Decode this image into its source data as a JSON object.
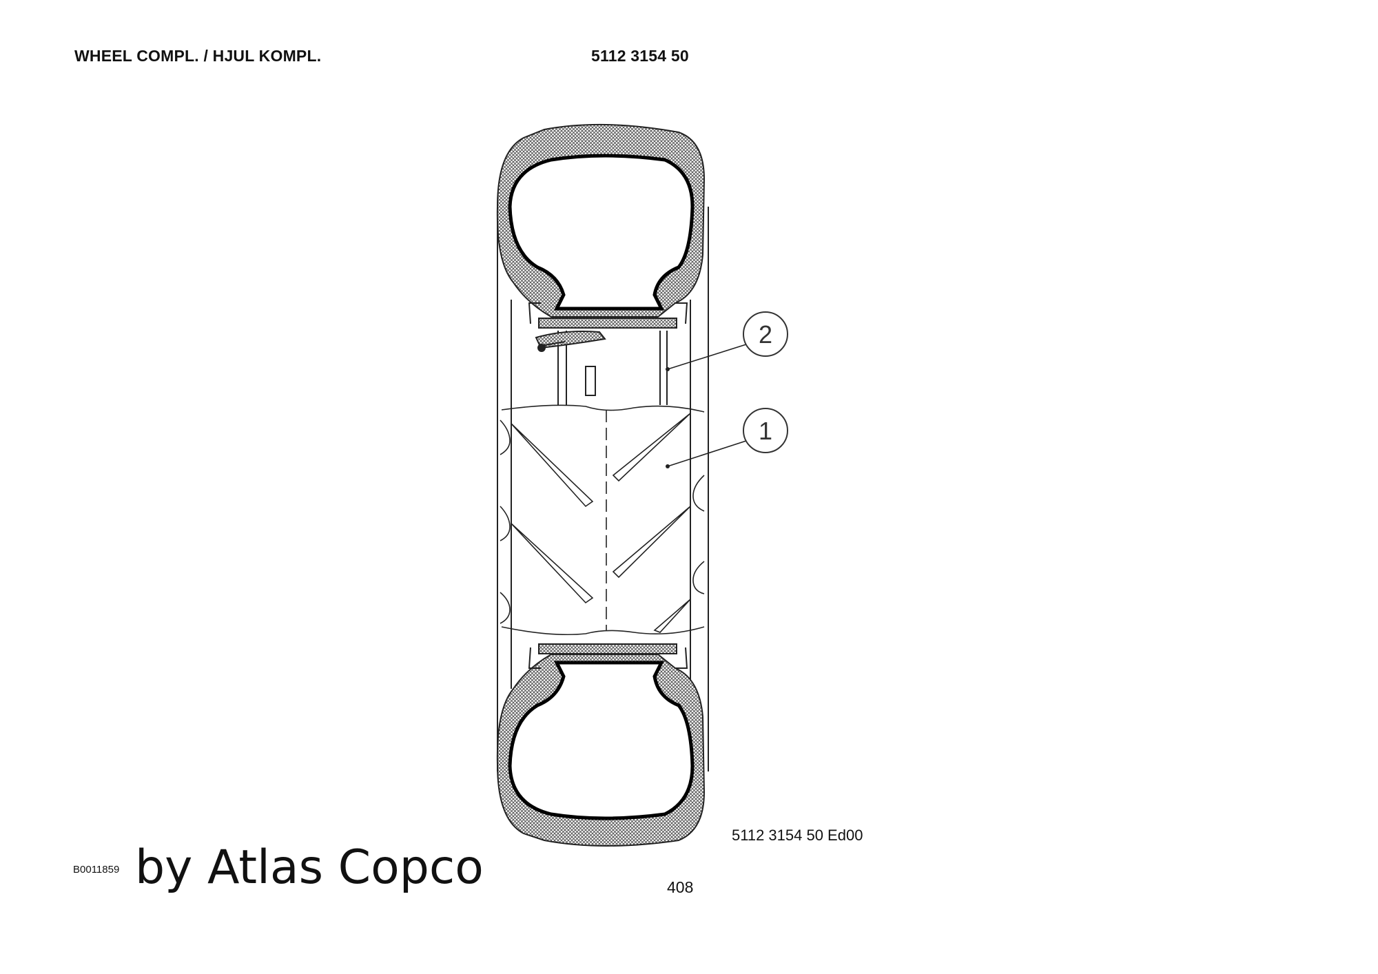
{
  "header": {
    "title": "WHEEL COMPL. / HJUL KOMPL.",
    "part_number": "5112 3154 50"
  },
  "callouts": [
    {
      "label": "2"
    },
    {
      "label": "1"
    }
  ],
  "footer": {
    "drawing_ref": "5112 3154 50  Ed00",
    "image_code": "B0011859",
    "brand": "by Atlas Copco",
    "page_number": "408"
  }
}
